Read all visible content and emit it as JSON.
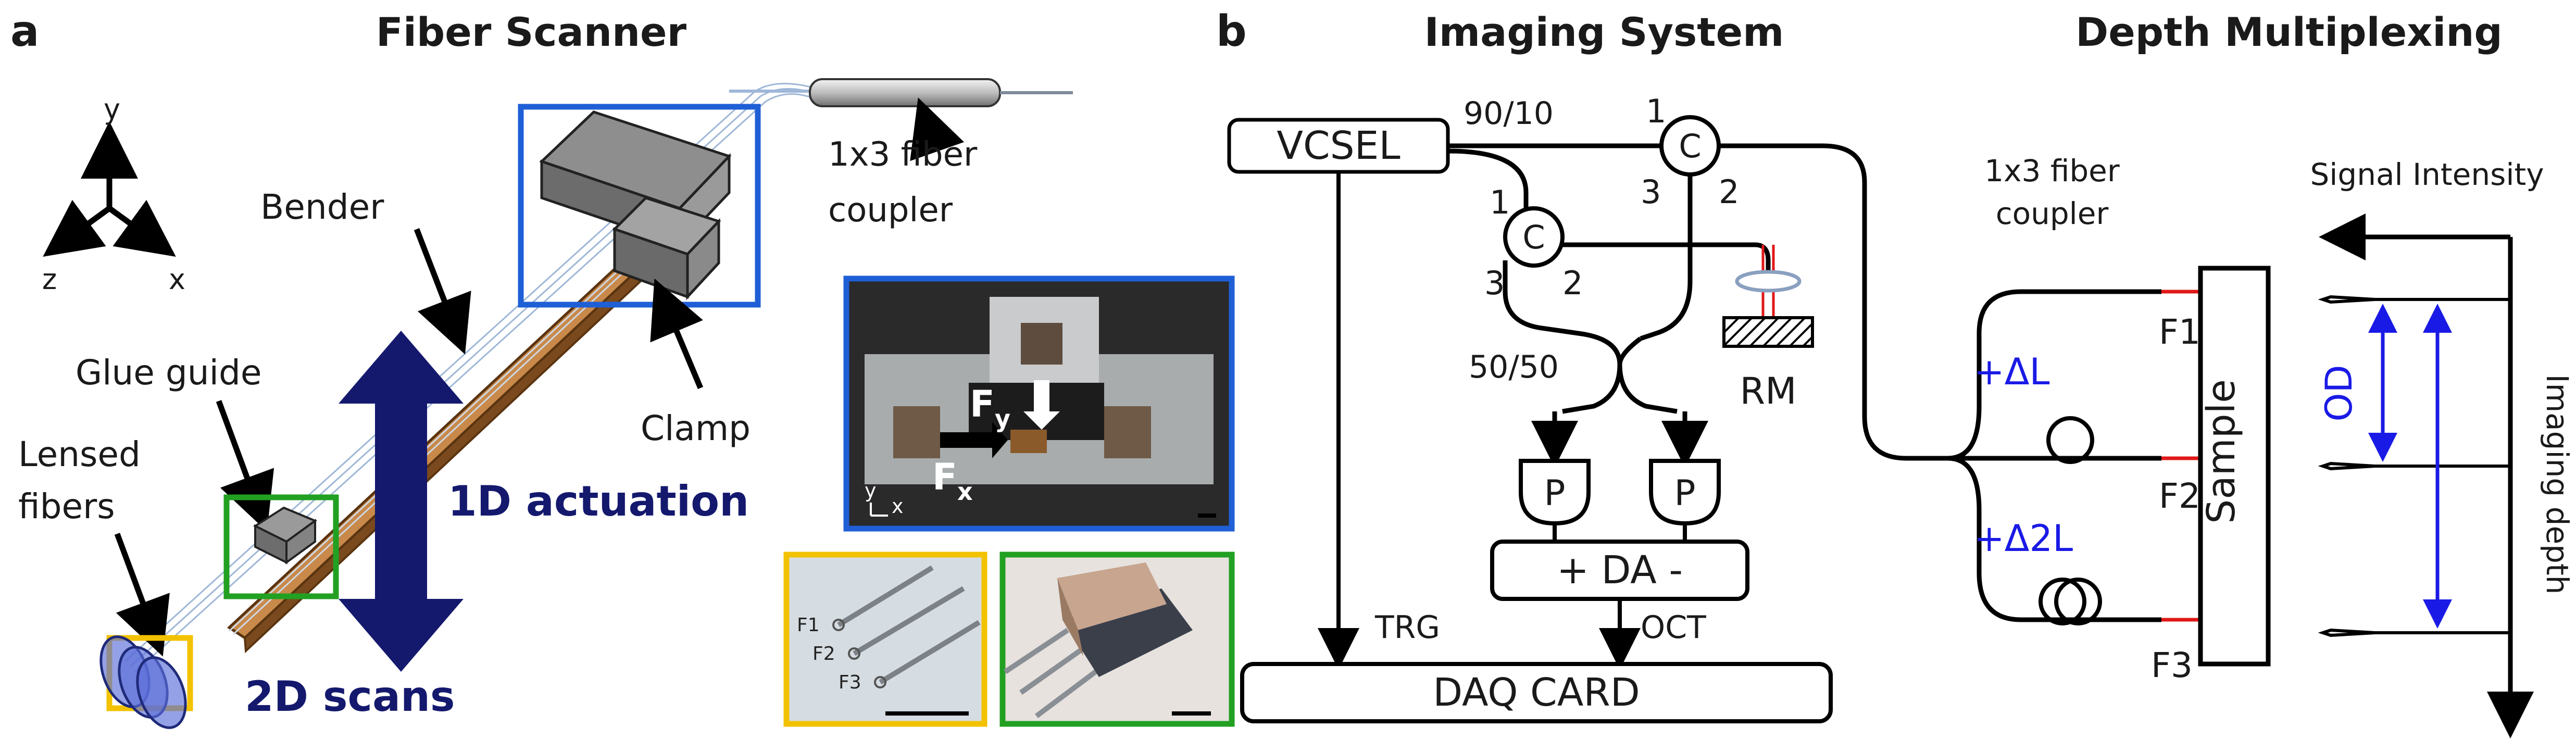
{
  "panel_a": {
    "letter": "a",
    "title": "Fiber Scanner",
    "axes": {
      "y": "y",
      "z": "z",
      "x": "x"
    },
    "labels": {
      "bender": "Bender",
      "glue_guide": "Glue guide",
      "lensed_fibers_1": "Lensed",
      "lensed_fibers_2": "fibers",
      "clamp": "Clamp",
      "coupler_1": "1x3 fiber",
      "coupler_2": "coupler"
    },
    "actuation": "1D actuation",
    "scans": "2D scans",
    "photo_clamp": {
      "fy": "F",
      "fy_sub": "y",
      "fx": "F",
      "fx_sub": "x",
      "axis_y": "y",
      "axis_x": "x"
    },
    "photo_fibers": {
      "f1": "F1",
      "f2": "F2",
      "f3": "F3"
    },
    "colors": {
      "clamp_box": "#1f5fd6",
      "glue_box": "#22a022",
      "lens_box": "#f2c200",
      "bender": "#b06a2a",
      "navy": "#14196e"
    }
  },
  "panel_b": {
    "letter": "b",
    "title": "Imaging System",
    "vcsel": "VCSEL",
    "ratio_top": "90/10",
    "ratio_mid": "50/50",
    "circ1": {
      "label": "C",
      "p1": "1",
      "p2": "2",
      "p3": "3"
    },
    "circ2": {
      "label": "C",
      "p1": "1",
      "p2": "2",
      "p3": "3"
    },
    "rm": "RM",
    "detector": "P",
    "da": "+ DA -",
    "trg": "TRG",
    "oct": "OCT",
    "daq": "DAQ CARD"
  },
  "panel_c": {
    "title": "Depth Multiplexing",
    "coupler_1": "1x3 fiber",
    "coupler_2": "coupler",
    "delta_l": "+ΔL",
    "delta_2l": "+Δ2L",
    "f1": "F1",
    "f2": "F2",
    "f3": "F3",
    "sample": "Sample",
    "signal": "Signal Intensity",
    "imaging_depth": "Imaging depth",
    "od": "OD",
    "colors": {
      "blue": "#1a1ae6",
      "red": "#e01818"
    }
  }
}
